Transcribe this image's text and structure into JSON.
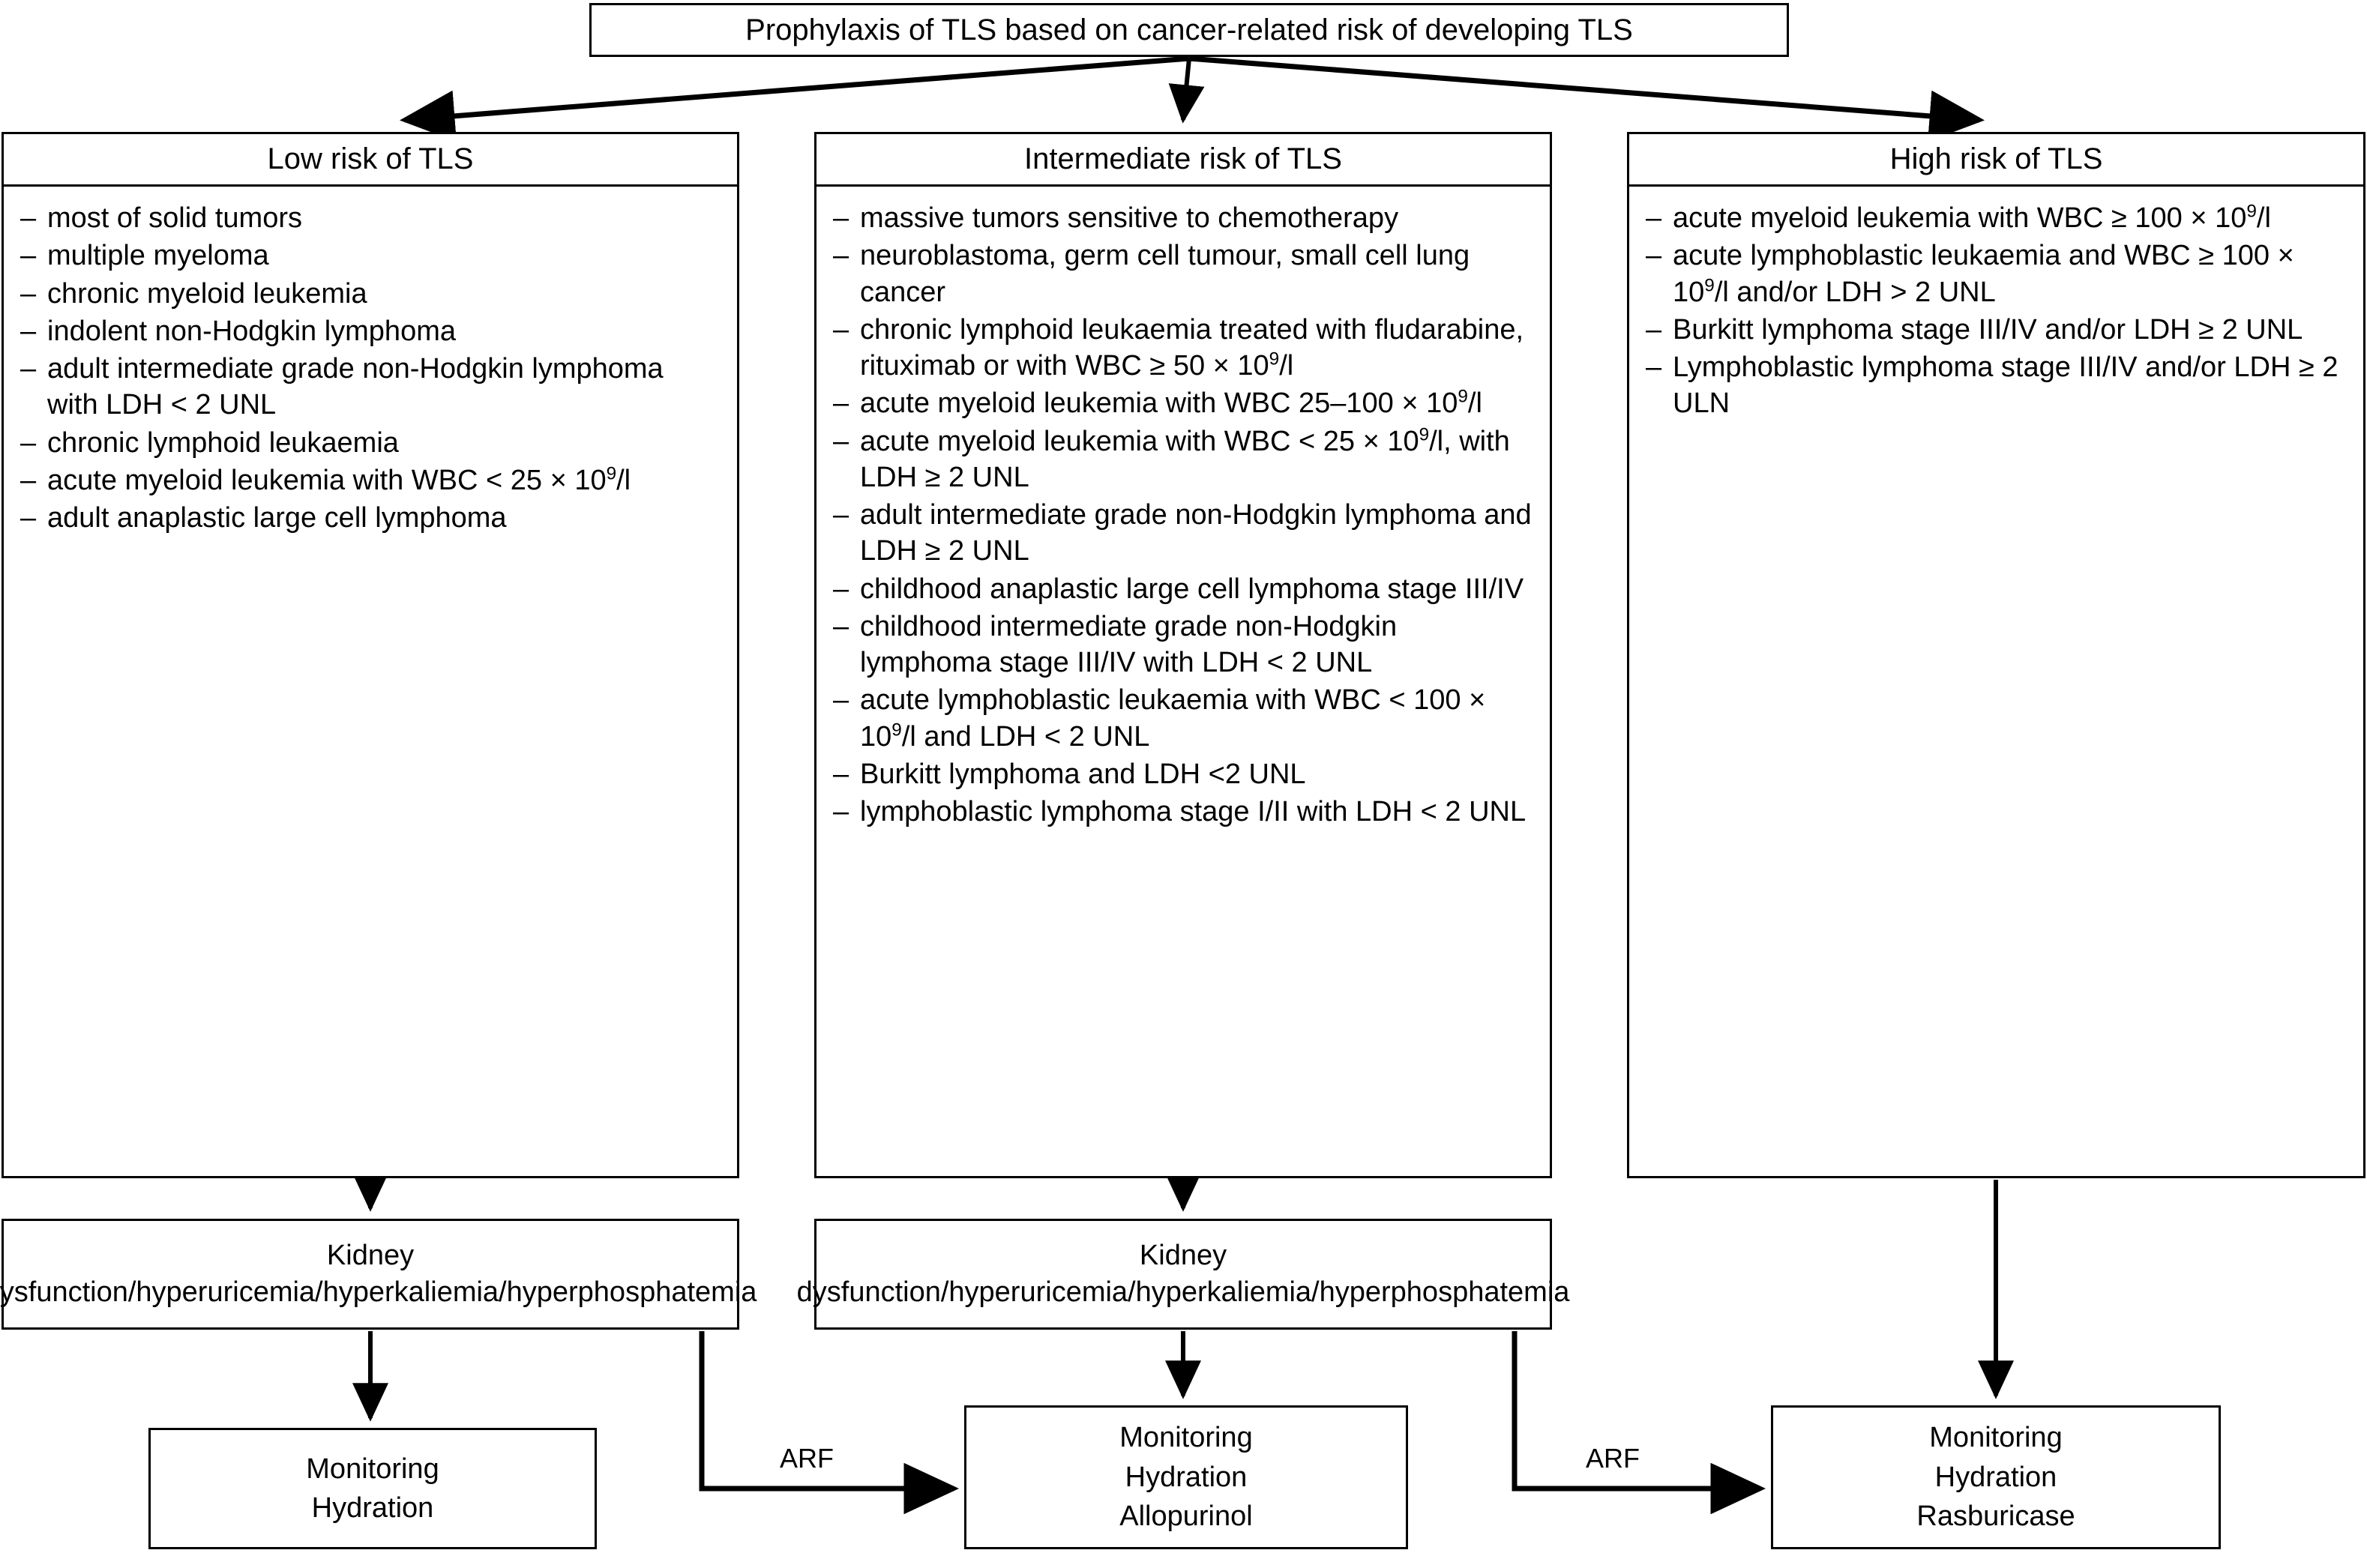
{
  "title": {
    "text": "Prophylaxis of TLS based on cancer-related risk of developing TLS"
  },
  "columns": [
    {
      "id": "low",
      "header": "Low risk of TLS",
      "items": [
        "most of solid tumors",
        "multiple myeloma",
        "chronic myeloid leukemia",
        "indolent non-Hodgkin lymphoma",
        "adult intermediate grade non-Hodgkin lymphoma with LDH < 2 UNL",
        "chronic lymphoid leukaemia",
        "acute myeloid leukemia with WBC < 25 × 10⁹/l",
        "adult anaplastic large cell lymphoma"
      ]
    },
    {
      "id": "intermediate",
      "header": "Intermediate risk of TLS",
      "items": [
        "massive tumors sensitive to chemotherapy",
        "neuroblastoma, germ cell tumour, small cell lung cancer",
        "chronic lymphoid leukaemia treated with fludarabine, rituximab or with WBC ≥ 50 × 10⁹/l",
        "acute myeloid leukemia with WBC 25–100 × 10⁹/l",
        "acute myeloid leukemia with WBC < 25 × 10⁹/l, with LDH ≥ 2 UNL",
        "adult intermediate grade non-Hodgkin lymphoma and LDH ≥ 2 UNL",
        "childhood anaplastic large cell lymphoma stage III/IV",
        "childhood intermediate grade non-Hodgkin lymphoma stage III/IV with LDH < 2 UNL",
        "acute lymphoblastic leukaemia with WBC < 100 × 10⁹/l and LDH < 2 UNL",
        "Burkitt lymphoma and LDH <2 UNL",
        "lymphoblastic lymphoma stage I/II with LDH < 2 UNL"
      ]
    },
    {
      "id": "high",
      "header": "High risk of TLS",
      "items": [
        "acute myeloid leukemia with WBC ≥ 100 × 10⁹/l",
        "acute lymphoblastic leukaemia and WBC ≥ 100 × 10⁹/l and/or LDH > 2 UNL",
        "Burkitt lymphoma stage III/IV and/or LDH ≥ 2 UNL",
        "Lymphoblastic lymphoma stage III/IV and/or LDH ≥ 2 ULN"
      ]
    }
  ],
  "complications": {
    "low": "Kidney dysfunction/hyperuricemia/hyperkaliemia/hyperphosphatemia",
    "intermediate": "Kidney dysfunction/hyperuricemia/hyperkaliemia/hyperphosphatemia"
  },
  "treatments": {
    "low": {
      "lines": [
        "Monitoring",
        "Hydration"
      ]
    },
    "mid": {
      "lines": [
        "Monitoring",
        "Hydration",
        "Allopurinol"
      ]
    },
    "high": {
      "lines": [
        "Monitoring",
        "Hydration",
        "Rasburicase"
      ]
    }
  },
  "edge_labels": {
    "arf_1": "ARF",
    "arf_2": "ARF"
  },
  "colors": {
    "stroke": "#000000",
    "background": "#ffffff"
  }
}
